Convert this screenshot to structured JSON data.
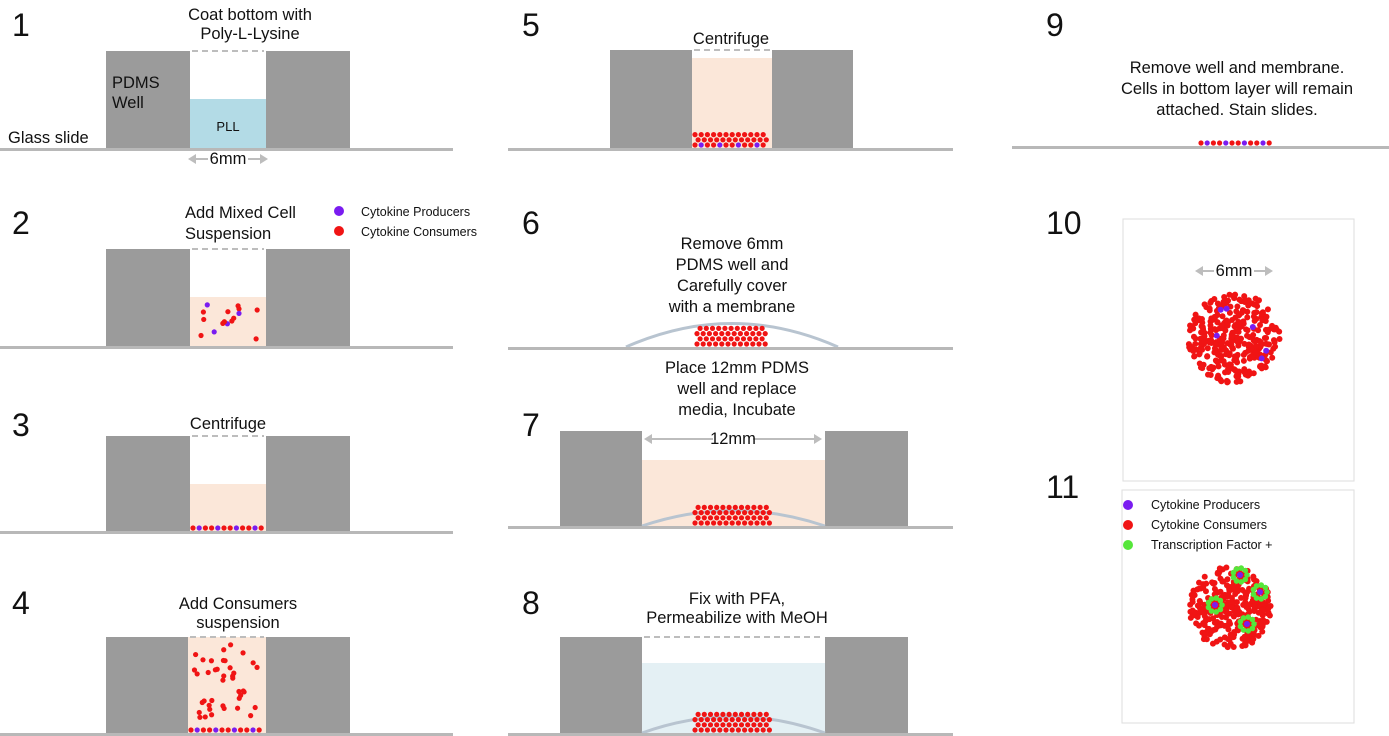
{
  "colors": {
    "well": "#9b9b9b",
    "slide": "#b8b8b8",
    "pll": "#b3dbe6",
    "media": "#fbe7d9",
    "fix": "#e4f0f4",
    "producer": "#7a1cf0",
    "consumer": "#f01414",
    "tf": "#55e63a",
    "membrane": "#b8c4d0",
    "arrow": "#bdbdbd"
  },
  "steps": [
    {
      "number": "1",
      "text": [
        "Coat bottom with",
        "Poly-L-Lysine"
      ]
    },
    {
      "number": "2",
      "text": [
        "Add Mixed Cell",
        "Suspension"
      ]
    },
    {
      "number": "3",
      "text": [
        "Centrifuge"
      ]
    },
    {
      "number": "4",
      "text": [
        "Add Consumers",
        "suspension"
      ]
    },
    {
      "number": "5",
      "text": [
        "Centrifuge"
      ]
    },
    {
      "number": "6",
      "text": [
        "Remove 6mm",
        "PDMS well and",
        "Carefully cover",
        "with a membrane"
      ]
    },
    {
      "number": "7",
      "text": [
        "Place 12mm PDMS",
        "well and replace",
        "media, Incubate"
      ]
    },
    {
      "number": "8",
      "text": [
        "Fix with PFA,",
        "Permeabilize with MeOH"
      ]
    },
    {
      "number": "9",
      "text": [
        "Remove well and membrane.",
        "Cells in bottom layer will remain",
        "attached. Stain slides."
      ]
    },
    {
      "number": "10",
      "text": []
    },
    {
      "number": "11",
      "text": []
    }
  ],
  "labels": {
    "pdms_well": [
      "PDMS",
      "Well"
    ],
    "pll": "PLL",
    "glass_slide": "Glass slide",
    "width_6mm": "6mm",
    "width_12mm": "12mm"
  },
  "legend": {
    "producers": "Cytokine Producers",
    "consumers": "Cytokine Consumers",
    "tf": "Transcription Factor +"
  }
}
